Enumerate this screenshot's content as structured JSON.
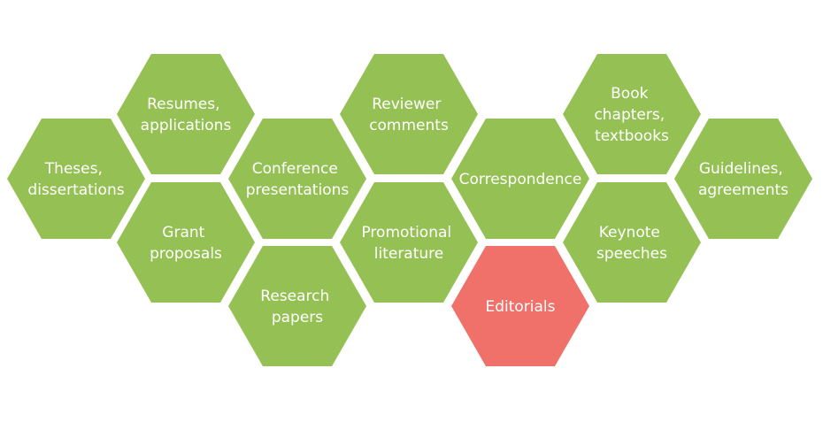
{
  "colors": {
    "default": "#95c154",
    "highlight": "#f0706a",
    "text": "#ffffff"
  },
  "hexagons": [
    {
      "id": "theses",
      "lines": [
        "Theses,",
        "dissertations"
      ],
      "highlight": false
    },
    {
      "id": "resumes",
      "lines": [
        "Resumes,",
        "applications"
      ],
      "highlight": false
    },
    {
      "id": "grant",
      "lines": [
        "Grant",
        "proposals"
      ],
      "highlight": false
    },
    {
      "id": "conference",
      "lines": [
        "Conference",
        "presentations"
      ],
      "highlight": false
    },
    {
      "id": "research",
      "lines": [
        "Research",
        "papers"
      ],
      "highlight": false
    },
    {
      "id": "reviewer",
      "lines": [
        "Reviewer",
        "comments"
      ],
      "highlight": false
    },
    {
      "id": "promotional",
      "lines": [
        "Promotional",
        "literature"
      ],
      "highlight": false
    },
    {
      "id": "correspondence",
      "lines": [
        "Correspondence"
      ],
      "highlight": false
    },
    {
      "id": "editorials",
      "lines": [
        "Editorials"
      ],
      "highlight": true
    },
    {
      "id": "book",
      "lines": [
        "Book",
        "chapters,",
        "textbooks"
      ],
      "highlight": false
    },
    {
      "id": "keynote",
      "lines": [
        "Keynote",
        "speeches"
      ],
      "highlight": false
    },
    {
      "id": "guidelines",
      "lines": [
        "Guidelines,",
        "agreements"
      ],
      "highlight": false
    }
  ]
}
